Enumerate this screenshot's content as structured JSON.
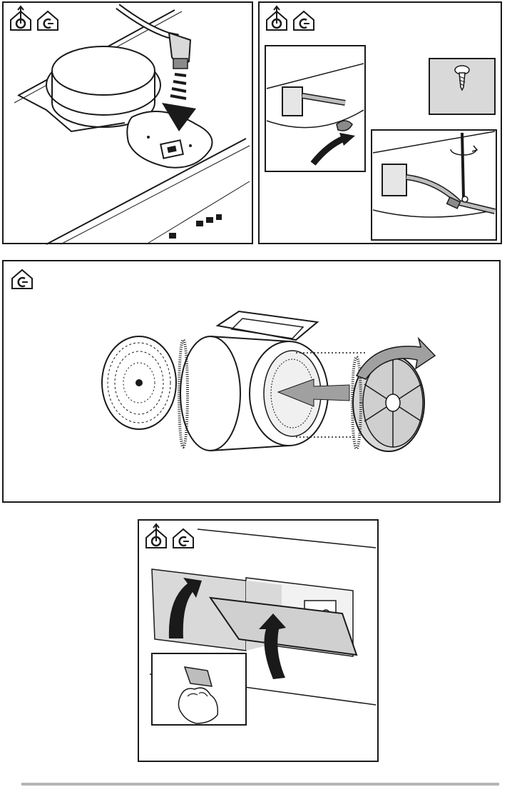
{
  "document": {
    "type": "installation-instruction-figures",
    "panels": [
      {
        "id": "panel-1",
        "icons": [
          "ducted-mode-icon",
          "recirculation-mode-icon"
        ],
        "depicts": "power-cable-connector-plug-into-socket"
      },
      {
        "id": "panel-2",
        "icons": [
          "ducted-mode-icon",
          "recirculation-mode-icon"
        ],
        "depicts": "cable-clamp-screw-fixing"
      },
      {
        "id": "panel-3",
        "icons": [
          "recirculation-mode-icon"
        ],
        "depicts": "charcoal-filter-fitting-to-motor"
      },
      {
        "id": "panel-4",
        "icons": [
          "ducted-mode-icon",
          "recirculation-mode-icon"
        ],
        "depicts": "grease-filter-panel-lift"
      }
    ]
  },
  "colors": {
    "line": "#1a1a1a",
    "fill_light": "#d9d9d9",
    "fill_mid": "#bdbdbd",
    "fill_dark": "#8a8a8a",
    "footer": "#b5b5b5"
  }
}
